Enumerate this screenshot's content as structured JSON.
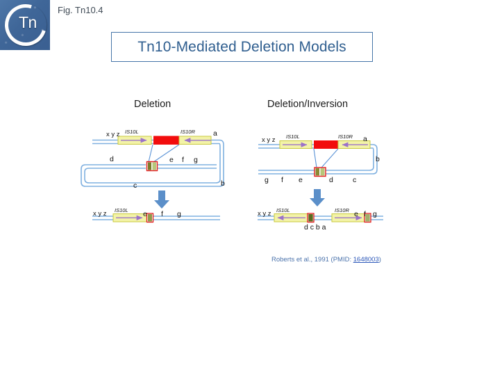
{
  "slide": {
    "figure_label": "Fig. Tn10.4",
    "title": "Tn10-Mediated Deletion Models",
    "logo_text": "Tn",
    "accent_color": "#2f5e8f",
    "border_color": "#4575a8"
  },
  "panels": [
    {
      "id": "left",
      "title": "Deletion",
      "substrate": {
        "left_markers": "x y z",
        "is_left": "IS10L",
        "is_right": "IS10R",
        "transposon_color": "#f20d0d",
        "is_box_color": "#f3f3a8",
        "top_right_label": "a",
        "loop_labels": [
          "d",
          "c",
          "b"
        ],
        "lower_markers": [
          "e",
          "f",
          "g"
        ],
        "is_left_direction": "right",
        "is_right_direction": "left"
      },
      "product": {
        "left_markers": "x y z",
        "is_element": "IS10L",
        "is_direction": "right",
        "markers": [
          "e",
          "f",
          "g"
        ],
        "junction_markers": ""
      }
    },
    {
      "id": "right",
      "title": "Deletion/Inversion",
      "substrate": {
        "left_markers": "x y z",
        "is_left": "IS10L",
        "is_right": "IS10R",
        "transposon_color": "#f20d0d",
        "is_box_color": "#f3f3a8",
        "top_right_label": "a",
        "loop_labels": [
          "b",
          "c",
          "d"
        ],
        "lower_markers": [
          "g",
          "f",
          "e"
        ],
        "is_left_direction": "right",
        "is_right_direction": "left"
      },
      "product": {
        "left_markers": "x y z",
        "is_left": "IS10L",
        "is_right": "IS10R",
        "is_left_direction": "left",
        "is_right_direction": "right",
        "junction_markers": "d c b a",
        "markers": [
          "e",
          "f",
          "g"
        ]
      }
    }
  ],
  "citation": {
    "text_before": "Roberts et al., 1991 (PMID: ",
    "pmid": "1648003",
    "text_after": ")"
  },
  "icons": {
    "down_arrow": "down-arrow-icon"
  }
}
